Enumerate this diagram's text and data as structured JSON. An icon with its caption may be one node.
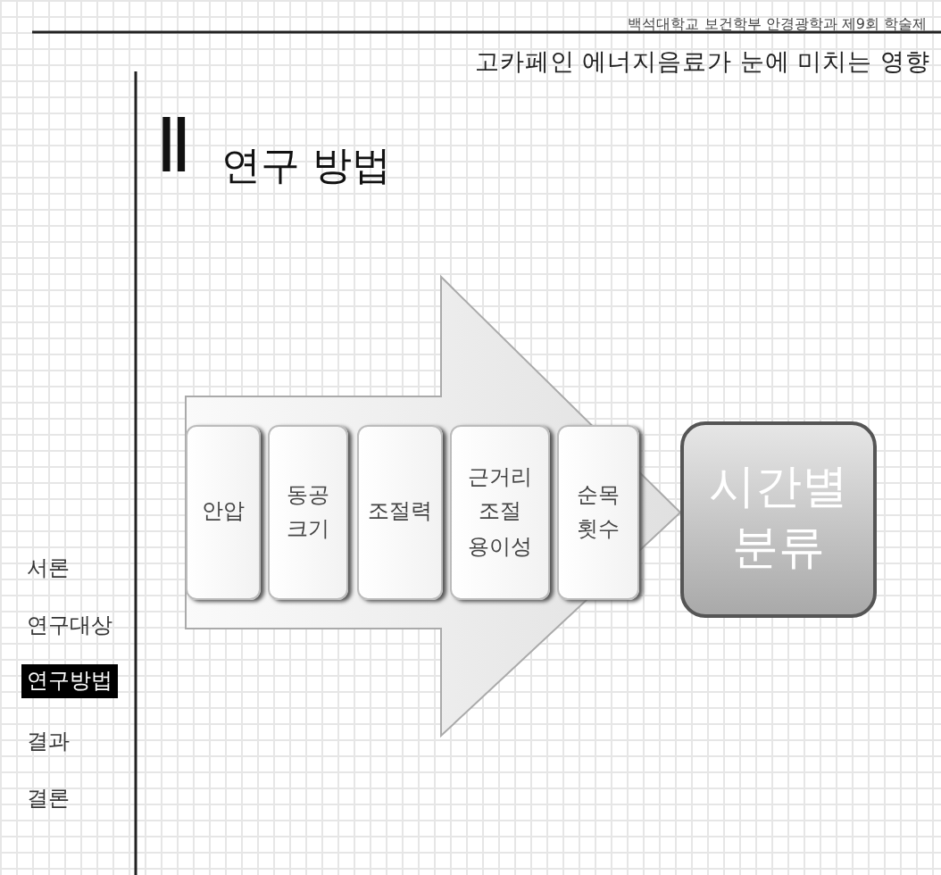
{
  "diagram": {
    "title": "고카페인 에너지음료가 눈에 미치는 영향",
    "nodes": [
      {
        "text": [
          "안압"
        ]
      },
      {
        "text": [
          "동공 크기"
        ]
      },
      {
        "text": [
          "조절력"
        ]
      },
      {
        "text": [
          "근거리 조절 용이성"
        ]
      },
      {
        "text": [
          "순목 횟수"
        ]
      },
      {
        "text": [
          "시간별 분류"
        ]
      }
    ],
    "edges": [
      {
        "from": 0,
        "to": 5,
        "arrow": "to"
      }
    ],
    "labels": [
      "백석대학교 보건학부 안경광학과 제9회 학술제",
      "Ⅱ",
      "연구 방법",
      "서론",
      "연구대상",
      "연구방법",
      "결과",
      "결론"
    ]
  }
}
